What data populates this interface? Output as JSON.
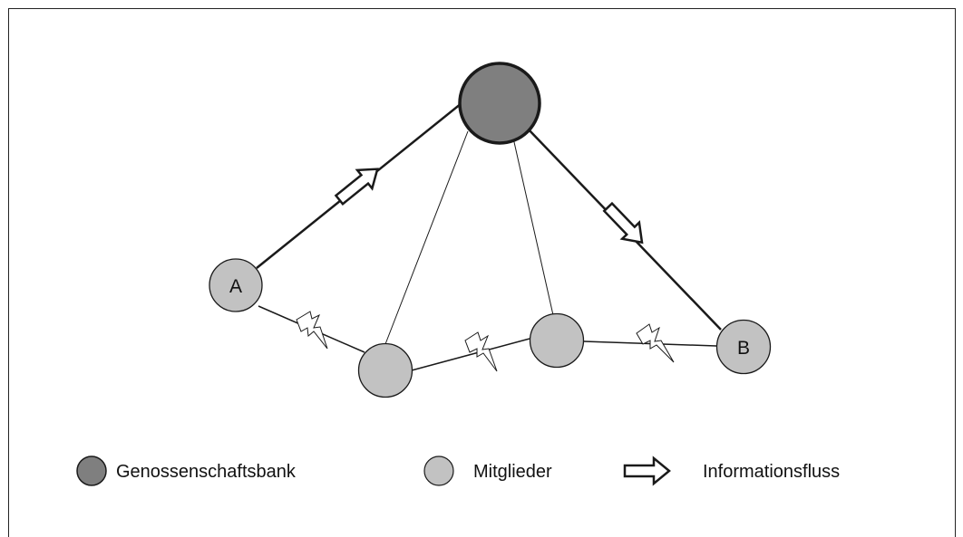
{
  "diagram": {
    "nodes": {
      "bank": {
        "label": ""
      },
      "a": {
        "label": "A"
      },
      "b": {
        "label": "B"
      }
    },
    "colors": {
      "bank_fill": "#7f7f7f",
      "member_fill": "#c2c2c2",
      "stroke": "#1a1a1a"
    }
  },
  "legend": {
    "bank": {
      "label": "Genossenschaftsbank",
      "icon": "dark-circle"
    },
    "members": {
      "label": "Mitglieder",
      "icon": "light-circle"
    },
    "flow": {
      "label": "Informationsfluss",
      "icon": "hollow-arrow"
    }
  }
}
